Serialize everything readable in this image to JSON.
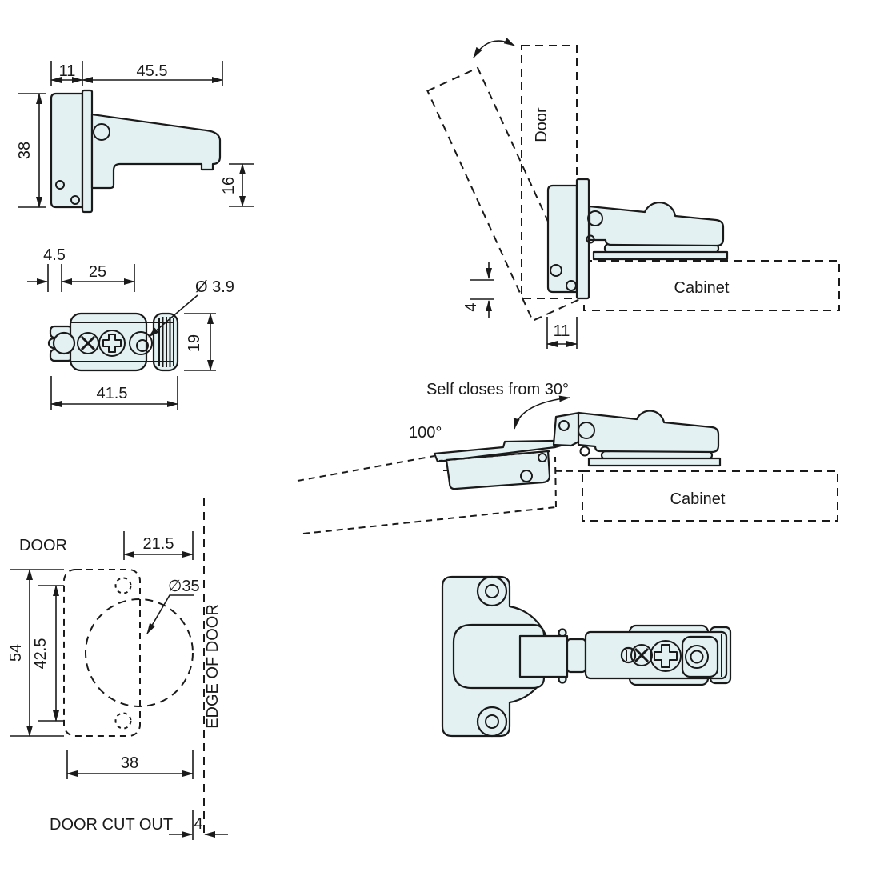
{
  "colors": {
    "part_fill": "#e3f1f2",
    "line": "#1a1a1a",
    "bg": "#ffffff"
  },
  "side_view": {
    "dim_plate_depth": "11",
    "dim_arm_length": "45.5",
    "dim_height": "38",
    "dim_tail_height": "16"
  },
  "top_view": {
    "dim_edge_offset": "4.5",
    "dim_screw_span": "25",
    "dim_hole_dia": "Ø 3.9",
    "dim_body_width": "19",
    "dim_total_length": "41.5"
  },
  "cutout_view": {
    "label_door": "DOOR",
    "label_cutout": "DOOR CUT OUT",
    "label_edge": "EDGE OF DOOR",
    "dim_cup_center": "21.5",
    "dim_cup_dia": "∅35",
    "dim_plate_height": "54",
    "dim_hole_span": "42.5",
    "dim_cutout_width": "38",
    "dim_edge_gap": "4"
  },
  "closed_view": {
    "label_door": "Door",
    "label_cabinet": "Cabinet",
    "dim_bottom_gap": "4",
    "dim_plate_depth": "11"
  },
  "open_view": {
    "label_self_close": "Self closes from 30°",
    "label_angle": "100°",
    "label_cabinet": "Cabinet"
  }
}
